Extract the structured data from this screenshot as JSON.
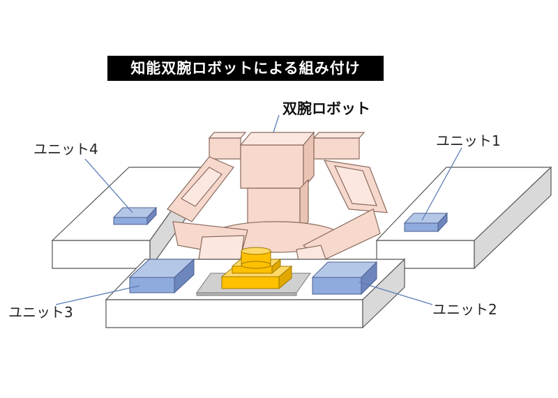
{
  "title": "知能双腕ロボットによる組み付け",
  "robot_label": "双腕ロボット",
  "units": {
    "unit1": "ユニット1",
    "unit2": "ユニット2",
    "unit3": "ユニット3",
    "unit4": "ユニット4"
  },
  "colors": {
    "title_bg": "#000000",
    "title_text": "#ffffff",
    "table_face": "#ffffff",
    "table_side": "#d9d9d9",
    "table_stroke": "#555555",
    "unit_blue": "#8faadc",
    "robot_skin": "#f6d8cc",
    "part_gold": "#ffc000",
    "tray_gray": "#d0d0d0"
  }
}
